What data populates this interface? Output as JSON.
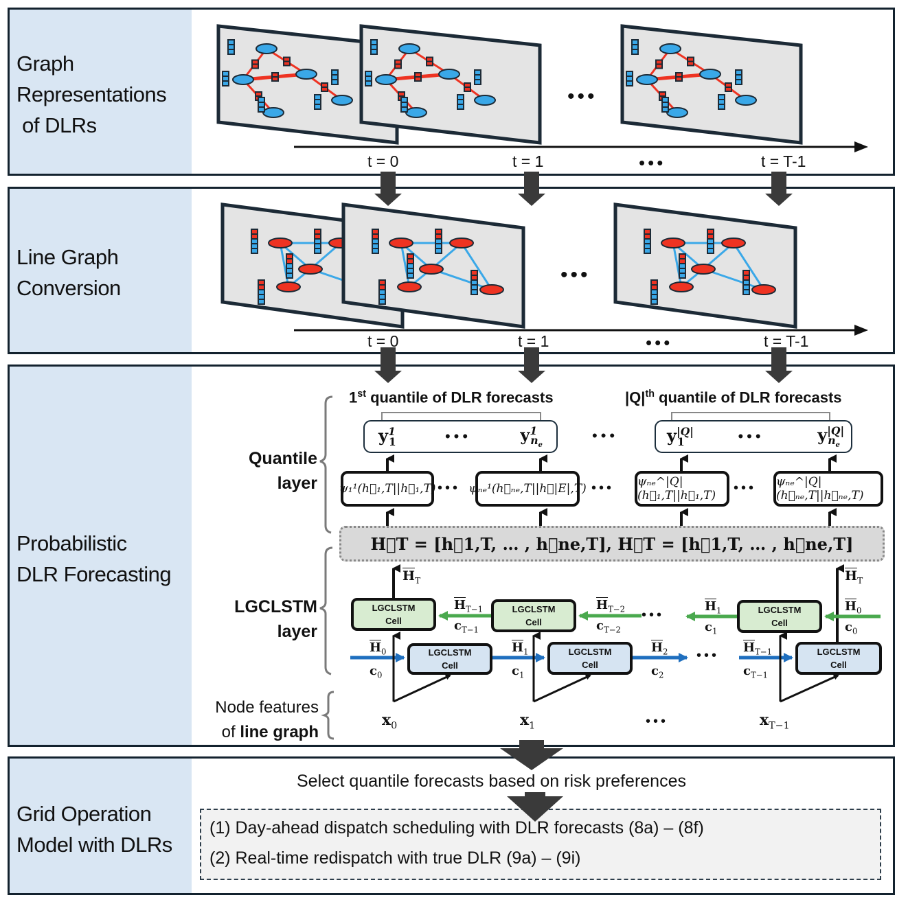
{
  "panels": [
    {
      "id": "graph-representations",
      "label_lines": [
        "Graph",
        "Representations",
        " of DLRs"
      ]
    },
    {
      "id": "line-graph-conversion",
      "label_lines": [
        "Line Graph",
        "Conversion"
      ]
    },
    {
      "id": "probabilistic-forecasting",
      "label_lines": [
        "Probabilistic",
        "DLR Forecasting"
      ]
    },
    {
      "id": "grid-operation",
      "label_lines": [
        "Grid Operation",
        "Model with DLRs"
      ]
    }
  ],
  "timeline": {
    "ticks": [
      "t = 0",
      "t = 1",
      "t = T-1"
    ],
    "ellipsis": "•••"
  },
  "forecasting": {
    "quantile_layer_label": [
      "Quantile",
      "layer"
    ],
    "lgclstm_layer_label": [
      "LGCLSTM",
      "layer"
    ],
    "node_features_label": {
      "line1": "Node features",
      "line2_prefix": "of ",
      "line2_bold": "line graph"
    },
    "first_quantile_title": {
      "prefix": "1",
      "sup": "st",
      "rest": " quantile of DLR forecasts"
    },
    "last_quantile_title": {
      "prefix": "|Q|",
      "sup": "th",
      "rest": " quantile of DLR forecasts"
    },
    "outputs": {
      "first": {
        "y1": "y",
        "y1_sup": "1",
        "y1_sub": "1",
        "yn": "y",
        "yn_sup": "1",
        "yn_sub": "n",
        "yn_subsub": "e"
      },
      "last": {
        "y1": "y",
        "y1_sup": "|Q|",
        "y1_sub": "1",
        "yn": "y",
        "yn_sup": "|Q|",
        "yn_sub": "n",
        "yn_subsub": "e"
      }
    },
    "psi_boxes": [
      "ψ₁¹(h⃖₁,T||h⃗₁,T)",
      "ψₙₑ¹(h⃖ₙₑ,T||h⃗|E|,T)",
      "ψₙₑ^|Q|(h⃖₁,T||h⃗₁,T)",
      "ψₙₑ^|Q|(h⃖ₙₑ,T||h⃗ₙₑ,T)"
    ],
    "hidden_state_bar": "H⃖T = [h⃖1,T, … , h⃖ne,T], H⃗T = [h⃗1,T, … , h⃗ne,T]",
    "cell_label_line1": "LGCLSTM",
    "cell_label_line2": "Cell",
    "backward_labels": [
      {
        "H": "H",
        "H_sub": "T−1",
        "c": "c",
        "c_sub": "T−1"
      },
      {
        "H": "H",
        "H_sub": "T−2",
        "c": "c",
        "c_sub": "T−2"
      },
      {
        "H": "H",
        "H_sub": "1",
        "c": "c",
        "c_sub": "1"
      },
      {
        "H": "H",
        "H_sub": "0",
        "c": "c",
        "c_sub": "0"
      }
    ],
    "forward_labels": [
      {
        "H": "H",
        "H_sub": "0",
        "c": "c",
        "c_sub": "0"
      },
      {
        "H": "H",
        "H_sub": "1",
        "c": "c",
        "c_sub": "1"
      },
      {
        "H": "H",
        "H_sub": "2",
        "c": "c",
        "c_sub": "2"
      },
      {
        "H": "H",
        "H_sub": "T−1",
        "c": "c",
        "c_sub": "T−1"
      }
    ],
    "output_state_left": {
      "H": "H",
      "H_sub": "T"
    },
    "output_state_right": {
      "H": "H",
      "H_sub": "T"
    },
    "inputs": [
      {
        "x": "x",
        "sub": "0"
      },
      {
        "x": "x",
        "sub": "1"
      },
      {
        "x": "x",
        "sub": "T−1"
      }
    ],
    "ellipsis": "•••"
  },
  "grid_operation": {
    "select_text": "Select quantile forecasts based on risk preferences",
    "items": [
      "(1) Day-ahead dispatch scheduling with DLR forecasts (8a) – (8f)",
      "(2) Real-time redispatch with true DLR (9a) – (9i)"
    ]
  },
  "colors": {
    "label_panel_bg": "#d9e6f3",
    "border": "#13222e",
    "node_blue": "#3aa8e8",
    "edge_red": "#ee3322",
    "forward_arrow": "#1f6fbf",
    "backward_arrow": "#4aa94e",
    "green_cell": "#d8ecd1",
    "blue_cell": "#d6e4f2",
    "arrow_dark": "#3a3a3a"
  }
}
